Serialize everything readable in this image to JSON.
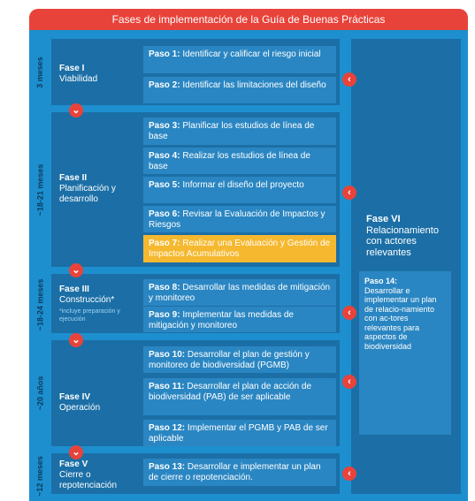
{
  "header": {
    "title": "Fases de implementación de la Guía de Buenas Prácticas"
  },
  "phases": [
    {
      "duration": "3 meses",
      "title": "Fase I",
      "subtitle": "Viabilidad"
    },
    {
      "duration": "~18-21 meses",
      "title": "Fase II",
      "subtitle": "Planificación y desarrollo"
    },
    {
      "duration": "~18-24 meses",
      "title": "Fase III",
      "subtitle": "Construcción*",
      "note": "*incluye preparación y ejecución"
    },
    {
      "duration": "~20 años",
      "title": "Fase IV",
      "subtitle": "Operación"
    },
    {
      "duration": "~12 meses",
      "title": "Fase V",
      "subtitle": "Cierre o repotenciación"
    }
  ],
  "steps": [
    {
      "num": "Paso 1:",
      "text": "Identificar y calificar el riesgo inicial"
    },
    {
      "num": "Paso 2:",
      "text": "Identificar las limitaciones del diseño"
    },
    {
      "num": "Paso 3:",
      "text": "Planificar los estudios de línea de base"
    },
    {
      "num": "Paso 4:",
      "text": "Realizar los estudios de línea de base"
    },
    {
      "num": "Paso 5:",
      "text": "Informar el diseño del proyecto"
    },
    {
      "num": "Paso 6:",
      "text": "Revisar la Evaluación de Impactos y Riesgos"
    },
    {
      "num": "Paso 7:",
      "text": "Realizar una Evaluación y Gestión de Impactos Acumulativos"
    },
    {
      "num": "Paso 8:",
      "text": "Desarrollar las medidas de mitigación y monitoreo"
    },
    {
      "num": "Paso 9:",
      "text": "Implementar las medidas de mitigación y monitoreo"
    },
    {
      "num": "Paso 10:",
      "text": "Desarrollar el plan de gestión y monitoreo de biodiversidad (PGMB)"
    },
    {
      "num": "Paso 11:",
      "text": "Desarrollar el plan de acción de biodiversidad (PAB) de ser aplicable"
    },
    {
      "num": "Paso 12:",
      "text": "Implementar el PGMB y PAB de ser aplicable"
    },
    {
      "num": "Paso 13:",
      "text": "Desarrollar e implementar un plan de cierre o repotenciación."
    }
  ],
  "phase6": {
    "title": "Fase VI",
    "subtitle": "Relacionamiento con actores relevantes"
  },
  "step14": {
    "num": "Paso 14:",
    "text": "Desarrollar e implementar un plan de relacio-namiento con ac-tores relevantes para aspectos de biodiversidad"
  },
  "chevrons": {
    "down": "⌄",
    "left": "‹"
  },
  "colors": {
    "header": "#e8433a",
    "frame": "#1d8fcf",
    "panel": "#1b6fa6",
    "step": "#2a86c2",
    "highlight": "#f5b82e",
    "chevron": "#e8433a"
  }
}
